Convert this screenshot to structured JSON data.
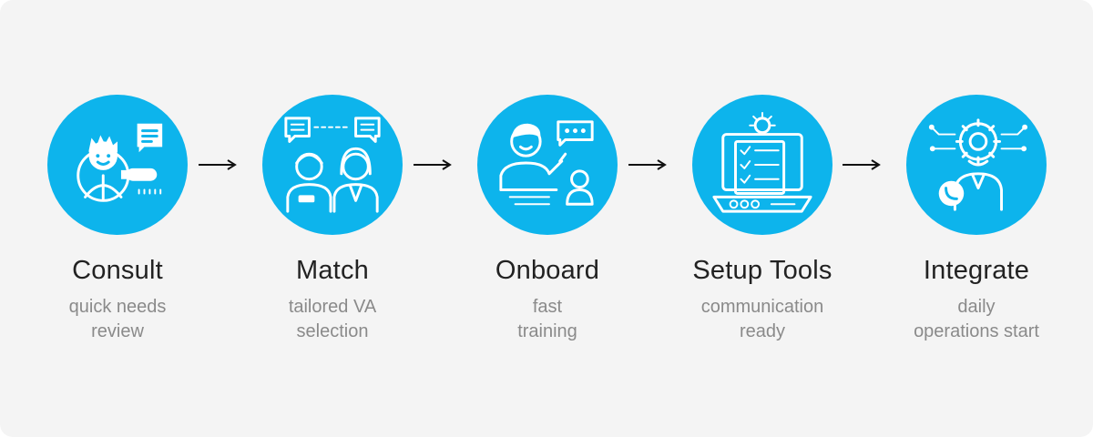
{
  "steps": [
    {
      "title": "Consult",
      "sub1": "quick needs",
      "sub2": "review"
    },
    {
      "title": "Match",
      "sub1": "tailored VA",
      "sub2": "selection"
    },
    {
      "title": "Onboard",
      "sub1": "fast",
      "sub2": "training"
    },
    {
      "title": "Setup Tools",
      "sub1": "communication",
      "sub2": "ready"
    },
    {
      "title": "Integrate",
      "sub1": "daily",
      "sub2": "operations start"
    }
  ],
  "icons": [
    "consultant-magnifier-icon",
    "matching-people-icon",
    "onboarding-trainer-icon",
    "tools-checklist-icon",
    "integration-gear-person-icon"
  ],
  "colors": {
    "accent": "#0db4ec",
    "panel": "#f4f4f4",
    "title": "#222222",
    "subtitle": "#8a8a8a",
    "arrow": "#111111"
  }
}
